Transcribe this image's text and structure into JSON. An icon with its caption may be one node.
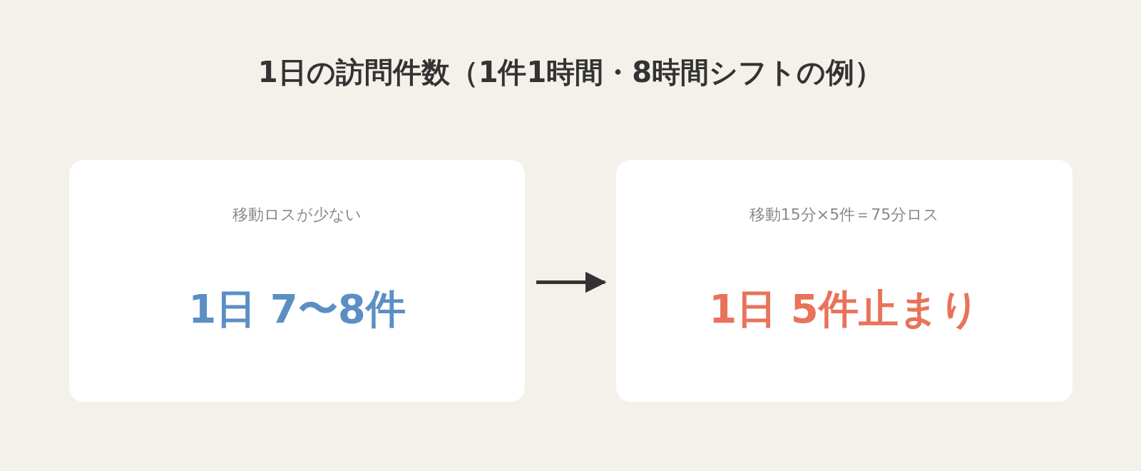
{
  "diagram": {
    "title": "1日の訪問件数（1件1時間・8時間シフトの例）",
    "nodes": [
      {
        "text": [
          "移動ロスが少ない",
          "1日 7〜8件"
        ]
      },
      {
        "text": [
          "移動15分×5件＝75分ロス",
          "1日 5件止まり"
        ]
      }
    ],
    "edges": [
      {
        "from": 0,
        "to": 1,
        "arrow": "to"
      }
    ]
  }
}
